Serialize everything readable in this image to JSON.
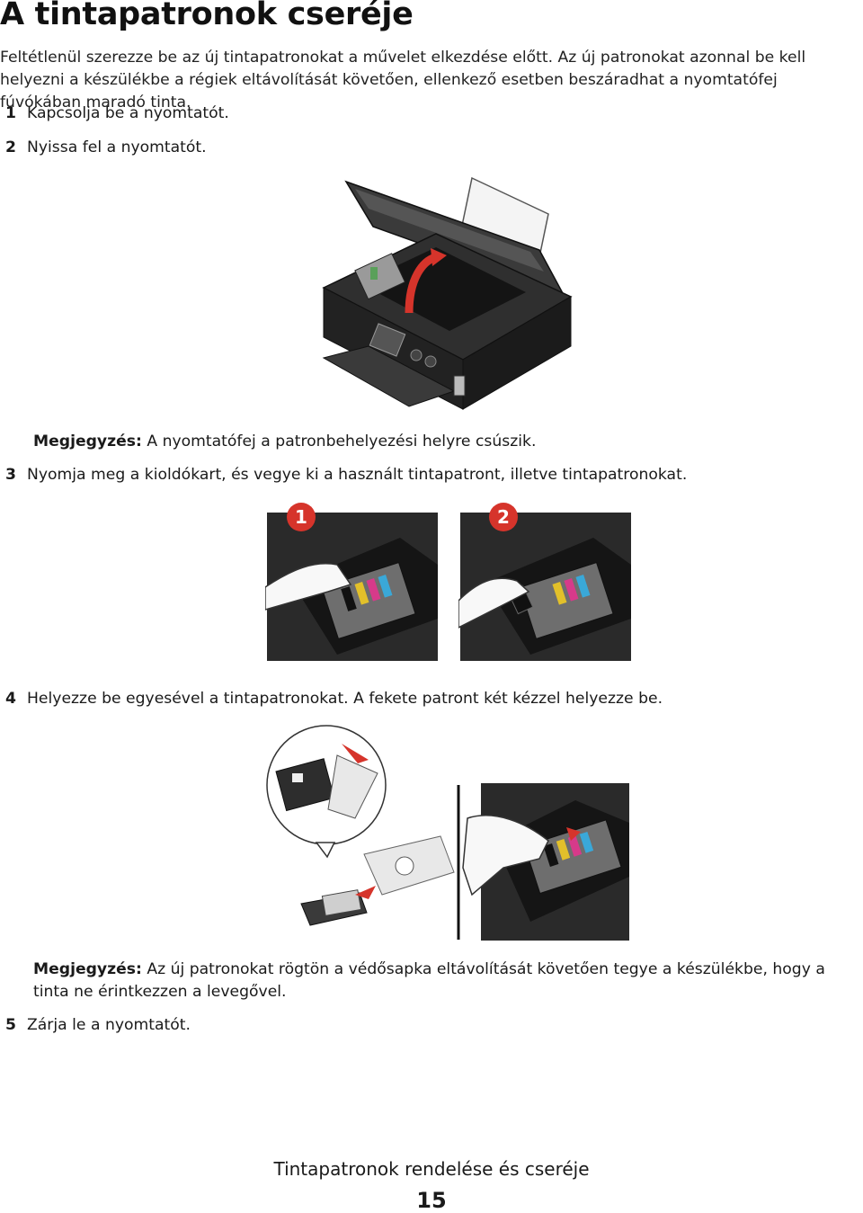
{
  "title": "A tintapatronok cseréje",
  "intro": "Feltétlenül szerezze be az új tintapatronokat a művelet elkezdése előtt. Az új patronokat azonnal be kell helyezni a készülékbe a régiek eltávolítását követően, ellenkező esetben beszáradhat a nyomtatófej fúvókában maradó tinta.",
  "steps": [
    {
      "num": "1",
      "text": "Kapcsolja be a nyomtatót."
    },
    {
      "num": "2",
      "text": "Nyissa fel a nyomtatót."
    },
    {
      "num": "3",
      "text": "Nyomja meg a kioldókart, és vegye ki a használt tintapatront, illetve tintapatronokat."
    },
    {
      "num": "4",
      "text": "Helyezze be egyesével a tintapatronokat. A fekete patront két kézzel helyezze be."
    },
    {
      "num": "5",
      "text": "Zárja le a nyomtatót."
    }
  ],
  "notes": [
    {
      "label": "Megjegyzés:",
      "text": " A nyomtatófej a patronbehelyezési helyre csúszik."
    },
    {
      "label": "Megjegyzés:",
      "text": " Az új patronokat rögtön a védősapka eltávolítását követően tegye a készülékbe, hogy a tinta ne érintkezzen a levegővel."
    }
  ],
  "figure_badges": [
    "1",
    "2"
  ],
  "footer": {
    "section": "Tintapatronok rendelése és cseréje",
    "page": "15"
  },
  "colors": {
    "badge": "#d6342b",
    "arrow": "#d6342b",
    "printer_body": "#2b2b2b"
  }
}
